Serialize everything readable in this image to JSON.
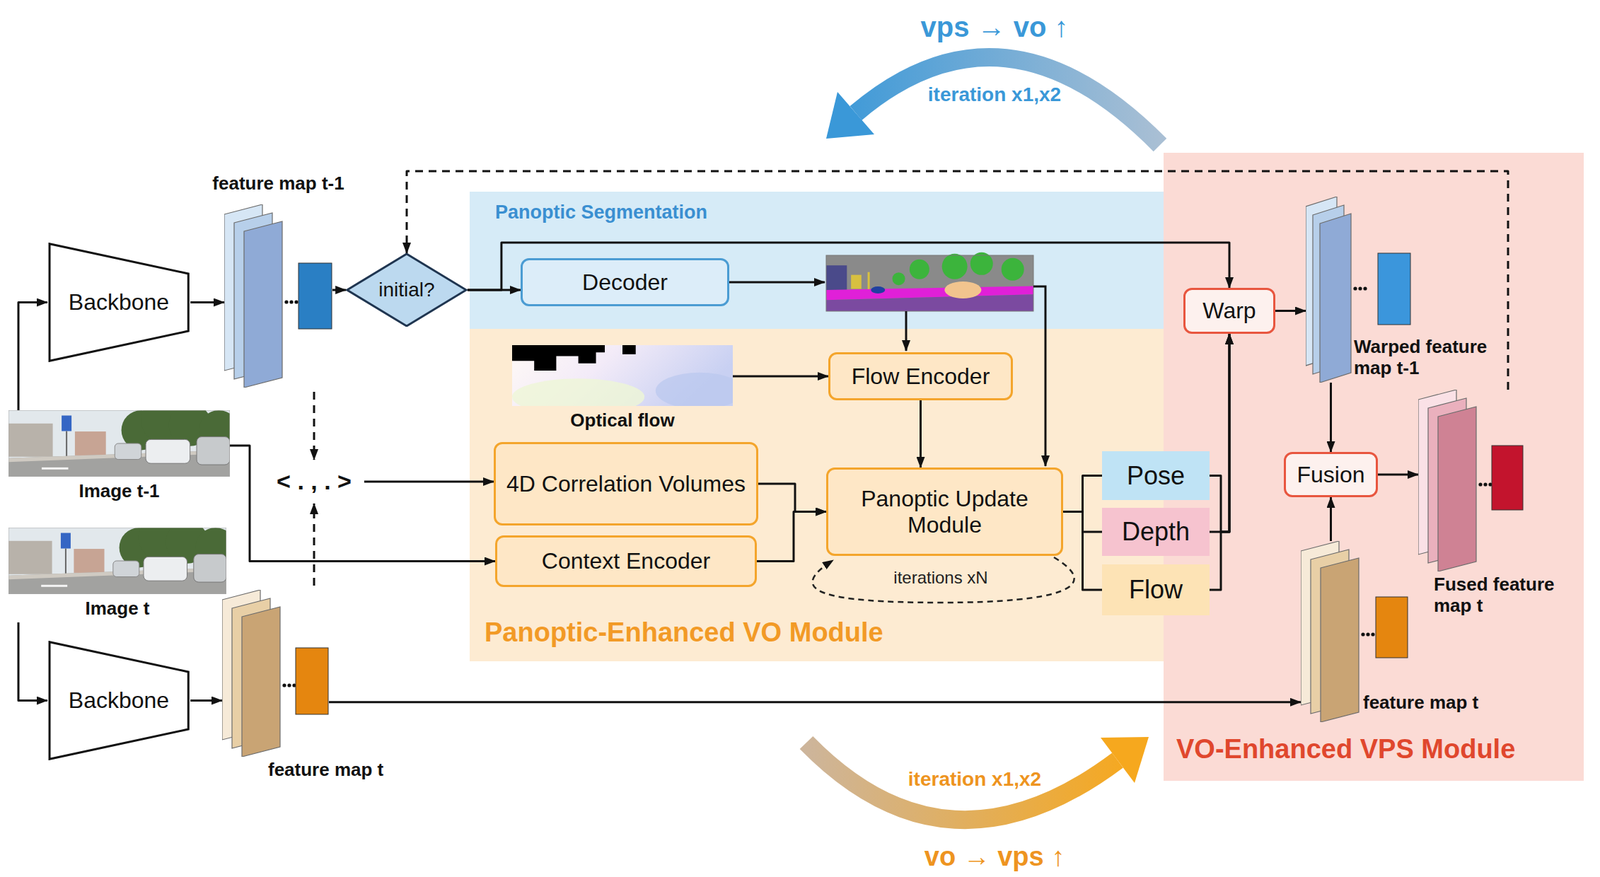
{
  "diagram": {
    "nodes": [
      {
        "text": [
          "Backbone"
        ]
      },
      {
        "text": [
          "feature map t-1"
        ]
      },
      {
        "text": [
          "initial?"
        ]
      },
      {
        "text": [
          "Image t-1"
        ]
      },
      {
        "text": [
          "Image t"
        ]
      },
      {
        "text": [
          "< . , . >"
        ]
      },
      {
        "text": [
          "Backbone"
        ]
      },
      {
        "text": [
          "feature map t"
        ]
      },
      {
        "text": [
          "Panoptic Segmentation"
        ]
      },
      {
        "text": [
          "Decoder"
        ],
        "in": 8
      },
      {
        "text": [
          "Panoptic-Enhanced VO Module"
        ]
      },
      {
        "text": [
          "Optical flow"
        ],
        "in": 10
      },
      {
        "text": [
          "Flow Encoder"
        ],
        "in": 10
      },
      {
        "text": [
          "4D Correlation Volumes"
        ],
        "in": 10
      },
      {
        "text": [
          "Context Encoder"
        ],
        "in": 10
      },
      {
        "text": [
          "Panoptic Update Module"
        ],
        "in": 10
      },
      {
        "text": [
          "Pose"
        ]
      },
      {
        "text": [
          "Depth"
        ]
      },
      {
        "text": [
          "Flow"
        ]
      },
      {
        "text": [
          "VO-Enhanced VPS Module"
        ]
      },
      {
        "text": [
          "Warp"
        ],
        "in": 19
      },
      {
        "text": [
          "Warped feature map t-1"
        ],
        "in": 19
      },
      {
        "text": [
          "Fusion"
        ],
        "in": 19
      },
      {
        "text": [
          "Fused feature map t"
        ],
        "in": 19
      },
      {
        "text": [
          "feature map t"
        ],
        "in": 19
      }
    ],
    "edges": [
      {
        "from": 3,
        "to": 0,
        "arrow": "to"
      },
      {
        "from": 4,
        "to": 6,
        "arrow": "to"
      },
      {
        "from": 0,
        "to": 1,
        "arrow": "to"
      },
      {
        "from": 6,
        "to": 7,
        "arrow": "to"
      },
      {
        "from": 1,
        "to": 2,
        "arrow": "to"
      },
      {
        "from": 2,
        "to": 9,
        "arrow": "to"
      },
      {
        "from": 2,
        "to": 20,
        "arrow": "to"
      },
      {
        "from": 1,
        "to": 5,
        "arrow": "to"
      },
      {
        "from": 7,
        "to": 5,
        "arrow": "to"
      },
      {
        "from": 5,
        "to": 13,
        "arrow": "to"
      },
      {
        "from": 3,
        "to": 14,
        "arrow": "to"
      },
      {
        "from": 11,
        "to": 12,
        "arrow": "to"
      },
      {
        "from": 12,
        "to": 15,
        "arrow": "to"
      },
      {
        "from": 13,
        "to": 15,
        "arrow": "to"
      },
      {
        "from": 14,
        "to": 15,
        "arrow": "to"
      },
      {
        "from": 15,
        "to": 16,
        "arrow": "none"
      },
      {
        "from": 15,
        "to": 17,
        "arrow": "none"
      },
      {
        "from": 15,
        "to": 18,
        "arrow": "none"
      },
      {
        "from": 16,
        "to": 20,
        "arrow": "to"
      },
      {
        "from": 17,
        "to": 20,
        "arrow": "to"
      },
      {
        "from": 18,
        "to": 20,
        "arrow": "to"
      },
      {
        "from": 20,
        "to": 21,
        "arrow": "to"
      },
      {
        "from": 21,
        "to": 22,
        "arrow": "to"
      },
      {
        "from": 24,
        "to": 22,
        "arrow": "to"
      },
      {
        "from": 7,
        "to": 24,
        "arrow": "to"
      },
      {
        "from": 22,
        "to": 23,
        "arrow": "to"
      },
      {
        "from": 23,
        "to": 2,
        "arrow": "to"
      }
    ],
    "labels": [
      "vps → vo ↑",
      "iteration x1,x2",
      "iterations xN",
      "iteration x1,x2",
      "vo → vps ↑"
    ]
  }
}
